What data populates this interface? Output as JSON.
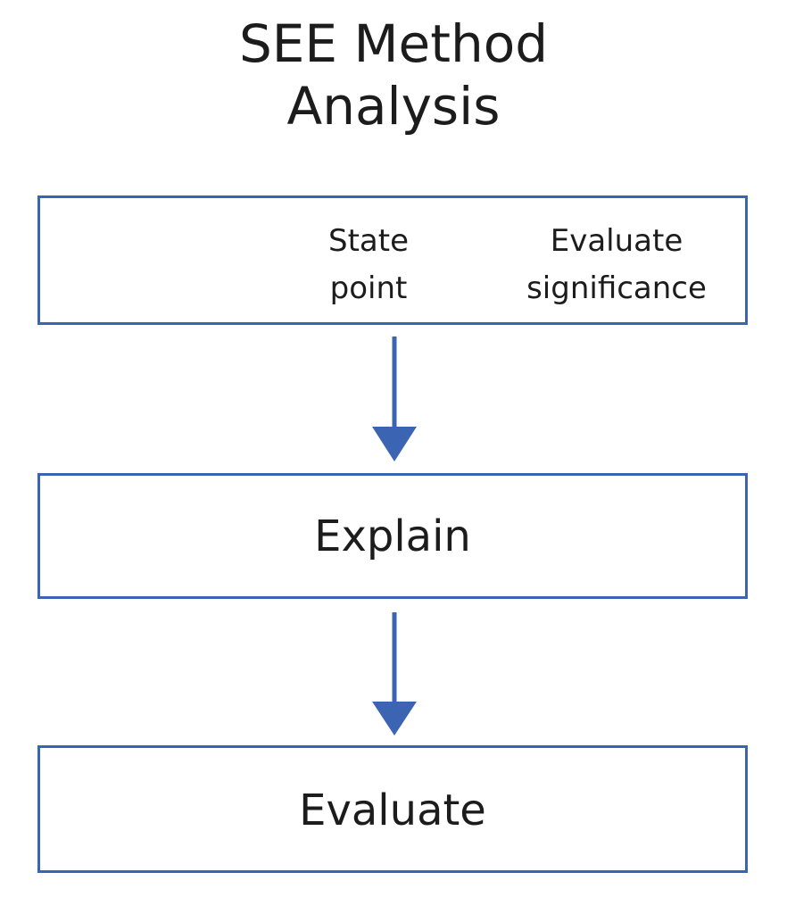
{
  "diagram": {
    "title_line1": "SEE Method",
    "title_line2": "Analysis",
    "boxes": {
      "top": {
        "state_line1": "State",
        "state_line2": "point",
        "evaluate_line1": "Evaluate",
        "evaluate_line2": "significance"
      },
      "middle": {
        "label": "Explain"
      },
      "bottom": {
        "label": "Evaluate"
      }
    },
    "colors": {
      "border": "#3b64b3",
      "arrow": "#3b64b3",
      "text": "#1c1c1c",
      "background": "#ffffff"
    }
  }
}
